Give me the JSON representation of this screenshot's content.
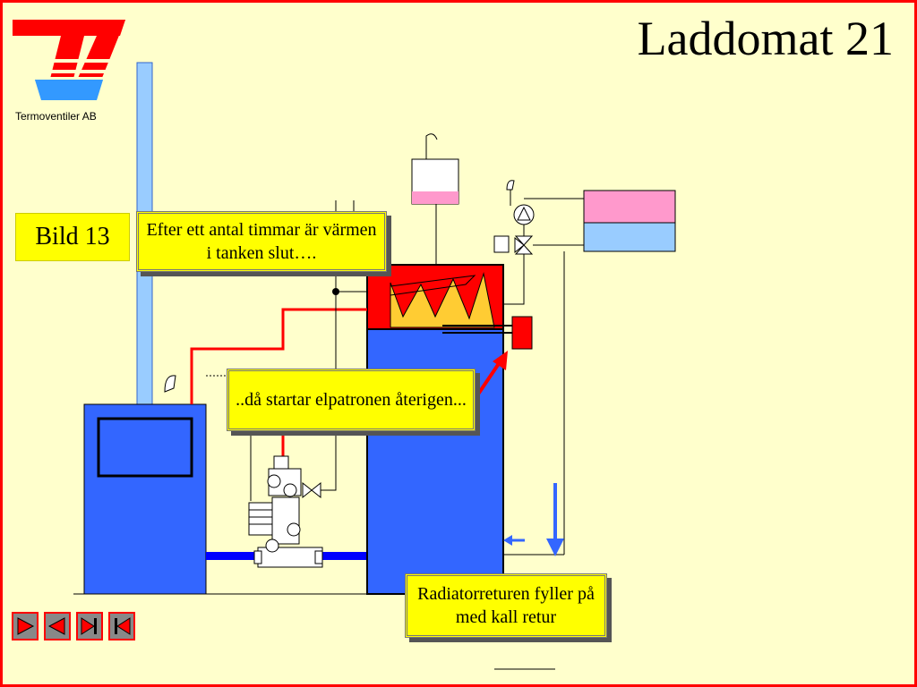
{
  "title": "Laddomat 21",
  "company": "Termoventiler AB",
  "slide_label": "Bild 13",
  "callouts": {
    "heat_depleted": "Efter ett antal timmar är värmen i tanken slut….",
    "heater_restarts": "..då startar elpatronen återigen...",
    "radiator_return": "Radiatorreturen fyller på med kall retur"
  },
  "colors": {
    "background": "#ffffcc",
    "frame": "#ff0000",
    "boiler": "#3366ff",
    "hot": "#ff0000",
    "flame": "#ffcc33",
    "callout": "#ffff00",
    "expansion_pink": "#ff99cc",
    "expansion_blue": "#99ccff"
  },
  "nav": {
    "icons": [
      "play-next-icon",
      "previous-icon",
      "skip-end-icon",
      "skip-start-icon"
    ]
  }
}
